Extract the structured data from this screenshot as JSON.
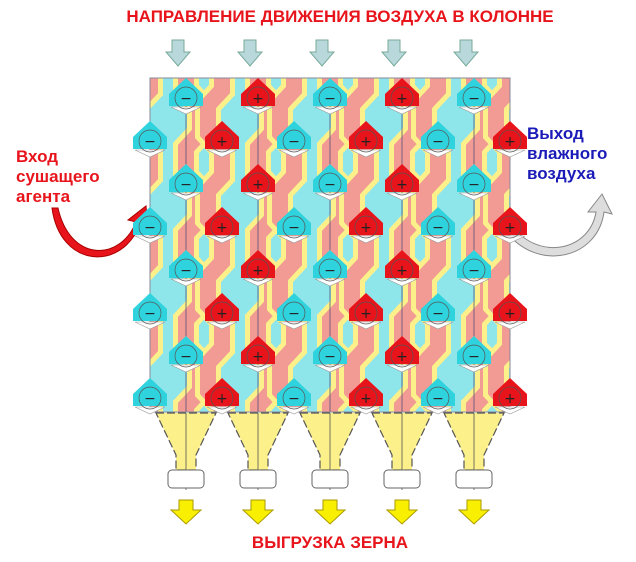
{
  "title": "НАПРАВЛЕНИЕ ДВИЖЕНИЯ ВОЗДУХА В КОЛОННЕ",
  "inlet": {
    "lines": [
      "Вход",
      "сушащего",
      "агента"
    ]
  },
  "outlet": {
    "lines": [
      "Выход",
      "влажного",
      "воздуха"
    ]
  },
  "bottom_label": "ВЫГРУЗКА ЗЕРНА",
  "colors": {
    "hot": "#e8141b",
    "cold": "#2fd3dd",
    "pink": "#f29a94",
    "cyan": "#8fe6ea",
    "yellow": "#fbf08a",
    "arrow_yellow": "#f8f000",
    "outlet_blue": "#1b1bb8"
  },
  "symbols": {
    "hot": "+",
    "cold": "−"
  }
}
